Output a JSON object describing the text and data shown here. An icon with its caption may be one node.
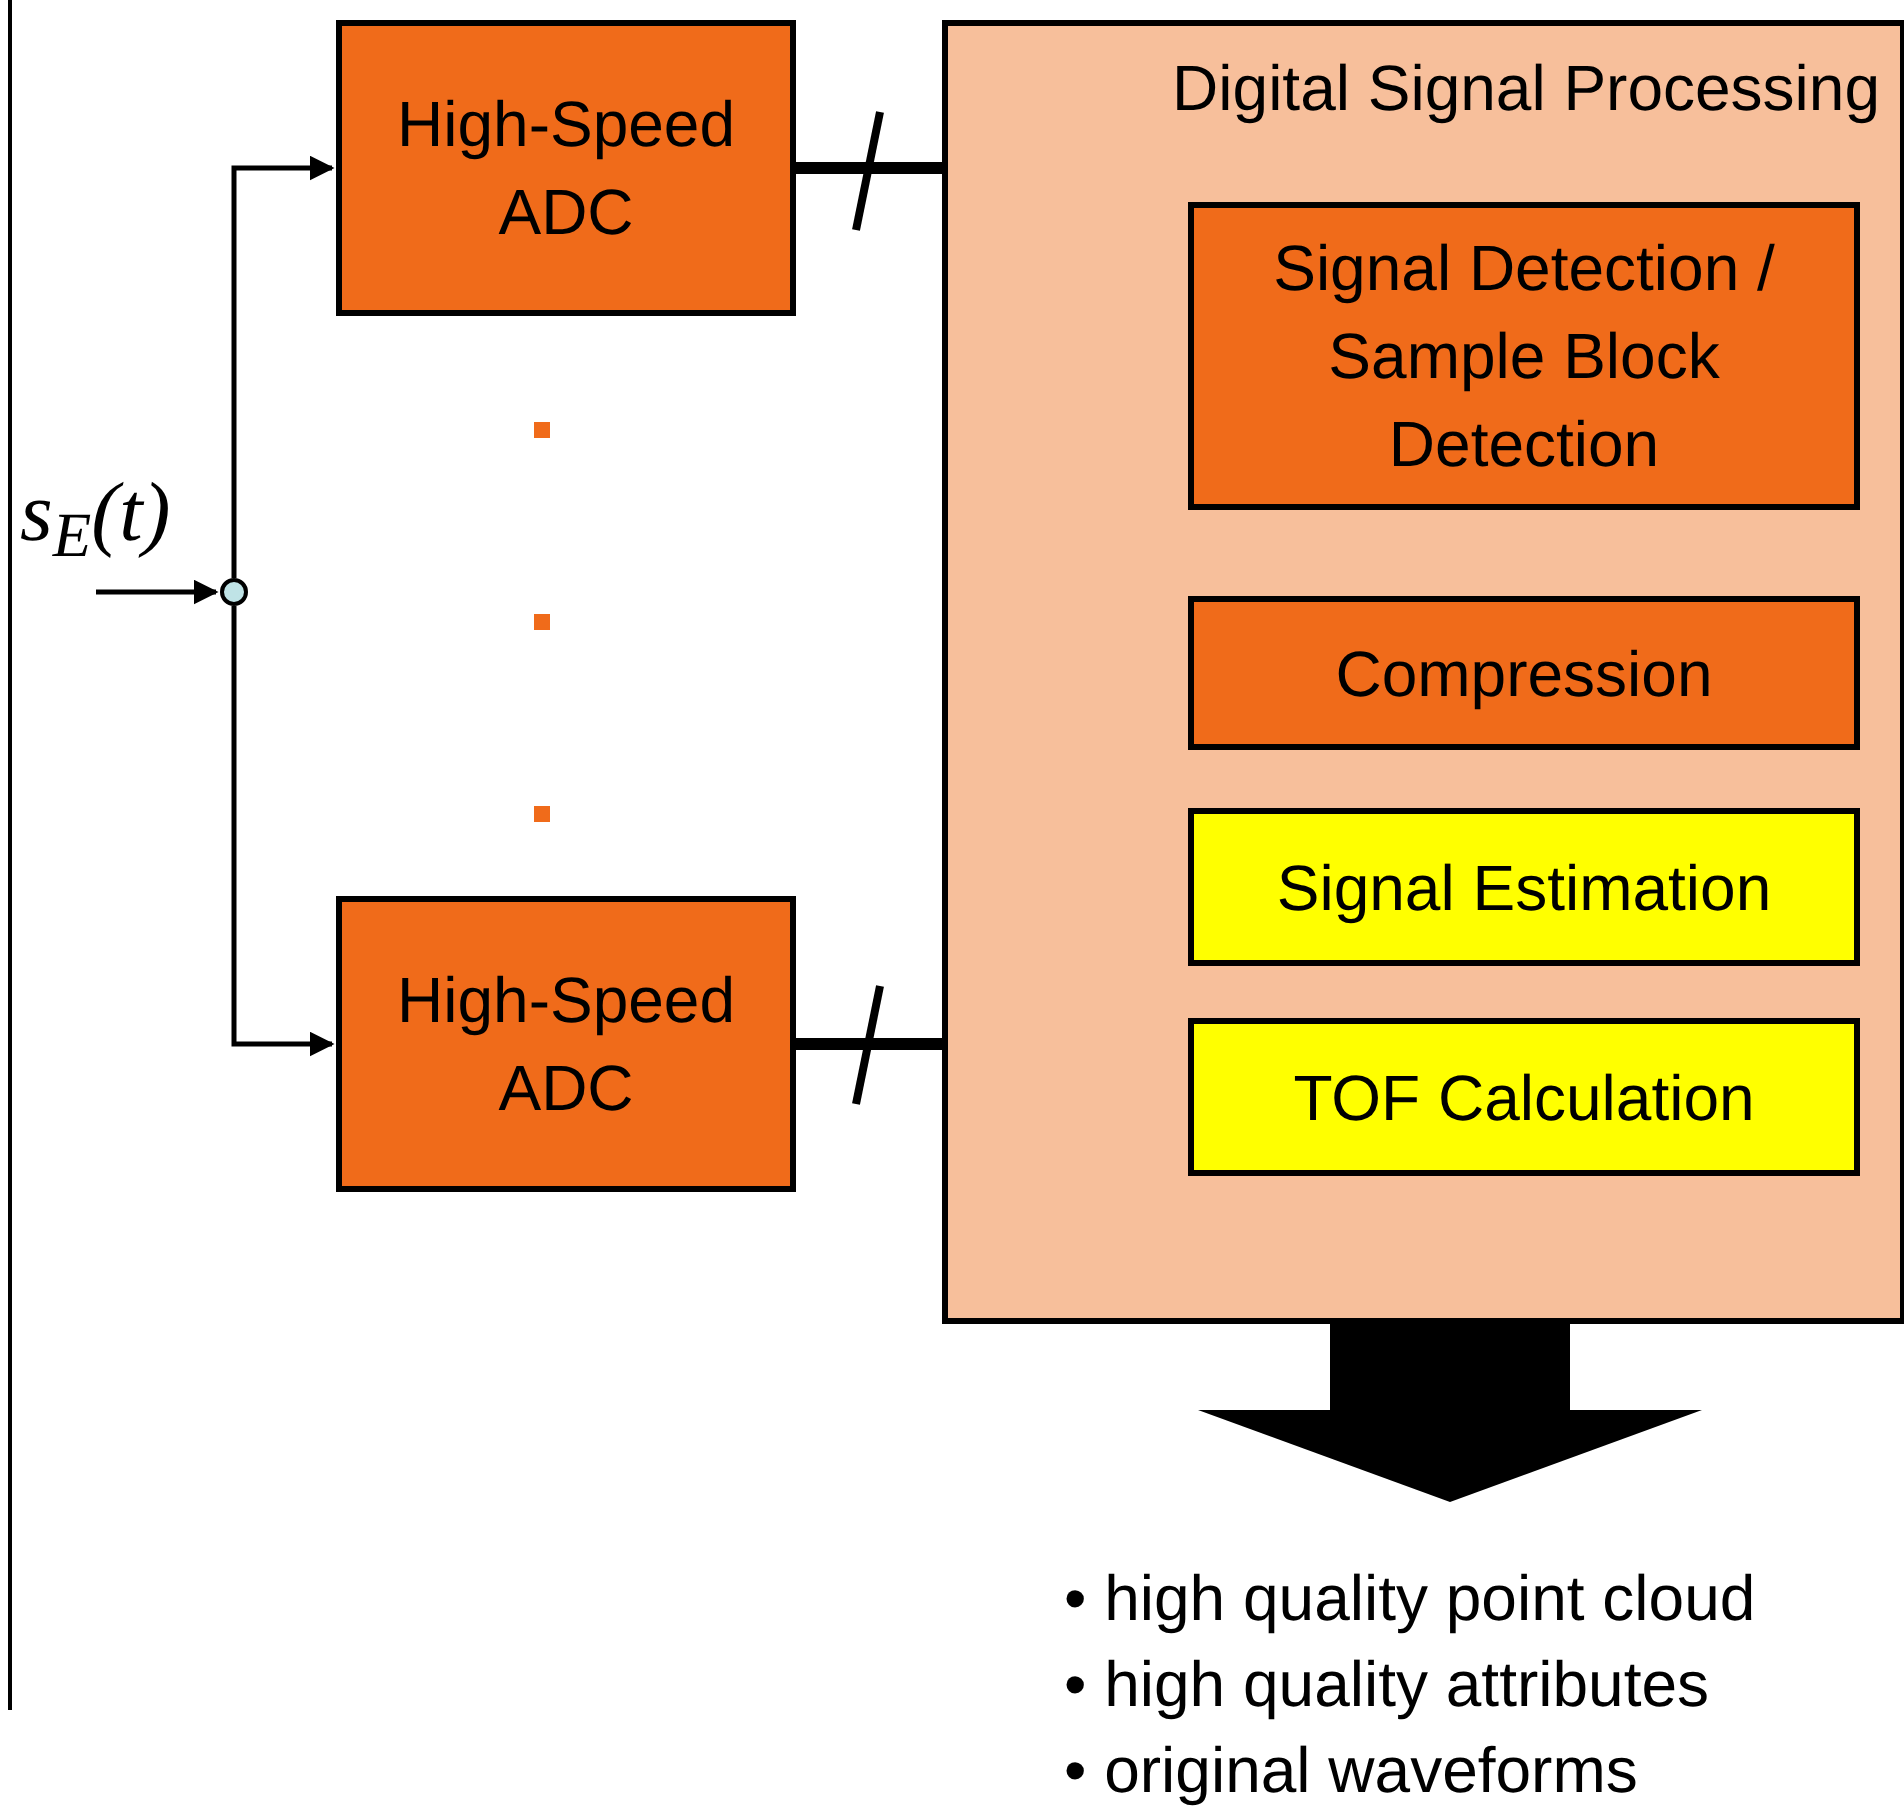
{
  "diagram": {
    "nodes": [
      {
        "text": [],
        "shape": "circle",
        "beside": [
          "s$_{E}$(t)"
        ]
      },
      {
        "text": [
          "High-Speed ADC"
        ]
      },
      {
        "text": [
          "High-Speed ADC"
        ]
      },
      {
        "text": [
          "Digital Signal Processing"
        ]
      },
      {
        "text": [
          "Signal Detection / Sample Block Detection"
        ],
        "in": 3
      },
      {
        "text": [
          "Compression"
        ],
        "in": 3
      },
      {
        "text": [
          "Signal Estimation"
        ],
        "in": 3
      },
      {
        "text": [
          "TOF Calculation"
        ],
        "in": 3
      },
      {
        "text": [
          "• high quality point cloud",
          "• high quality attributes",
          "• original waveforms"
        ]
      }
    ],
    "edges": [
      {
        "from": null,
        "to": 0,
        "arrow": "to"
      },
      {
        "from": 0,
        "to": 1,
        "arrow": "to"
      },
      {
        "from": 0,
        "to": 2,
        "arrow": "to"
      },
      {
        "from": 1,
        "to": 3,
        "arrow": "none",
        "style": "thick"
      },
      {
        "from": 2,
        "to": 3,
        "arrow": "none",
        "style": "thick"
      },
      {
        "from": 3,
        "to": 8,
        "arrow": "to",
        "style": "thick"
      }
    ]
  }
}
